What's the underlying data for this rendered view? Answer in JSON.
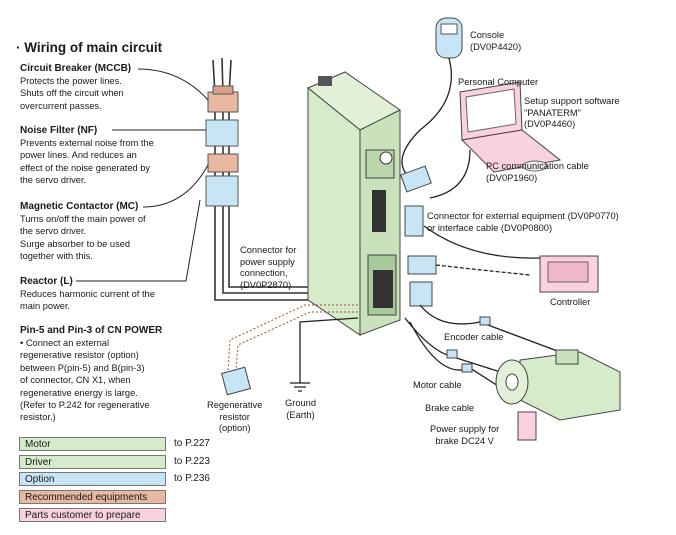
{
  "title": "· Wiring of main circuit",
  "sections": [
    {
      "heading": "Circuit Breaker (MCCB)",
      "text": "Protects the power lines.\nShuts off the circuit when\novercurrent passes."
    },
    {
      "heading": "Noise Filter (NF)",
      "text": "Prevents external noise from the\npower lines. And reduces an\neffect of the noise generated by\nthe servo driver."
    },
    {
      "heading": "Magnetic Contactor (MC)",
      "text": "Turns on/off the main power of\nthe servo driver.\nSurge absorber to be used\ntogether with this."
    },
    {
      "heading": "Reactor (L)",
      "text": "Reduces harmonic current of the\nmain power."
    },
    {
      "heading": "Pin-5 and Pin-3 of CN POWER",
      "text": "• Connect an external\n  regenerative resistor (option)\n  between P(pin-5) and B(pin-3)\n  of connector, CN X1, when\n  regenerative energy is large.\n  (Refer to P.242 for regenerative\n  resistor.)"
    }
  ],
  "labels": {
    "console": "Console\n(DV0P4420)",
    "pc": "Personal Computer",
    "setup": "Setup support software\n\"PANATERM\"\n(DV0P4460)",
    "pc_cable": "PC communication cable\n(DV0P1960)",
    "ext_conn": "Connector for external equipment (DV0P0770)\nor interface cable (DV0P0800)",
    "power_conn": "Connector for\npower supply\nconnection,\n(DV0P2870)",
    "controller": "Controller",
    "encoder_cable": "Encoder cable",
    "motor_cable": "Motor cable",
    "brake_cable": "Brake cable",
    "brake_psu": "Power supply for\nbrake DC24 V",
    "regen": "Regenerative\nresistor\n(option)",
    "ground": "Ground\n(Earth)"
  },
  "legend": [
    {
      "label": "Motor",
      "ref": "to P.227",
      "color": "#d5ebc9"
    },
    {
      "label": "Driver",
      "ref": "to P.223",
      "color": "#d5ebc9"
    },
    {
      "label": "Option",
      "ref": "to P.236",
      "color": "#c8e5f6"
    },
    {
      "label": "Recommended equipments",
      "ref": "",
      "color": "#e8b9a0"
    },
    {
      "label": "Parts customer to prepare",
      "ref": "",
      "color": "#fad1de"
    }
  ]
}
